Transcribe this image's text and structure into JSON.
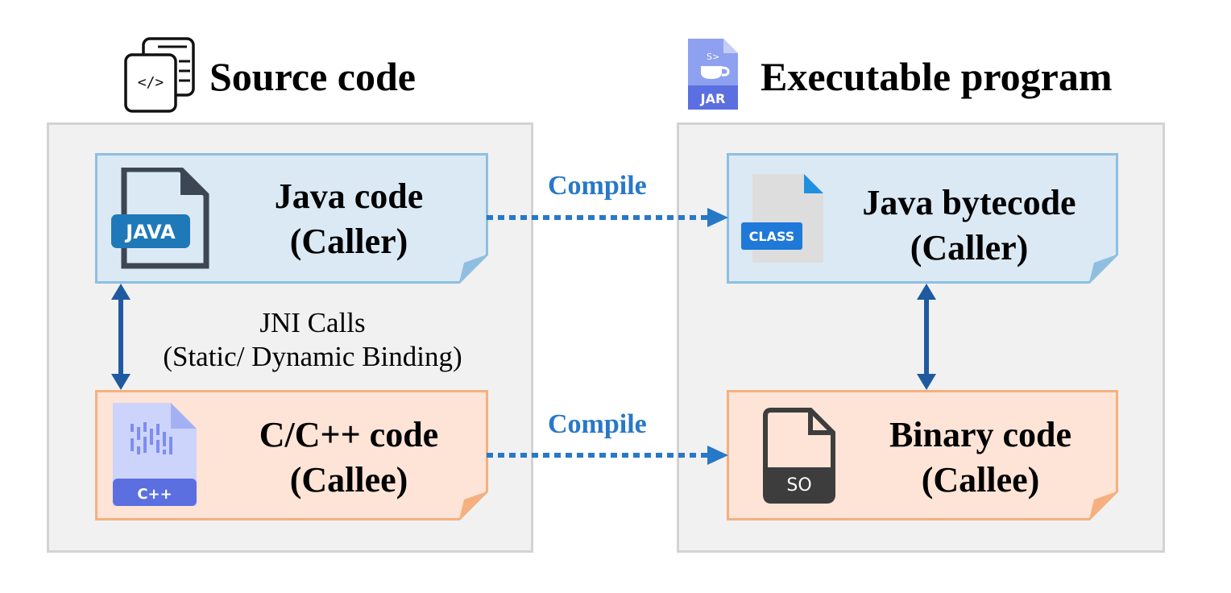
{
  "headers": {
    "source_title": "Source code",
    "executable_title": "Executable program",
    "source_icon": "source-code-file-icon",
    "executable_icon": "jar-file-icon",
    "jar_label": "JAR"
  },
  "source": {
    "java_note": {
      "line1": "Java code",
      "line2": "(Caller)",
      "icon": "java-file-icon",
      "icon_label": "JAVA"
    },
    "cpp_note": {
      "line1": "C/C++ code",
      "line2": "(Callee)",
      "icon": "cpp-file-icon",
      "icon_label": "C++"
    }
  },
  "executable": {
    "bytecode_note": {
      "line1": "Java bytecode",
      "line2": "(Caller)",
      "icon": "class-file-icon",
      "icon_label": "CLASS"
    },
    "binary_note": {
      "line1": "Binary code",
      "line2": "(Callee)",
      "icon": "so-file-icon",
      "icon_label": "SO"
    }
  },
  "edges": {
    "compile_top": "Compile",
    "compile_bottom": "Compile",
    "jni_line1": "JNI Calls",
    "jni_line2": "(Static/ Dynamic Binding)"
  },
  "colors": {
    "java_fill": "#dbe9f5",
    "java_border": "#8fbfe0",
    "cpp_fill": "#fde4d6",
    "cpp_border": "#f5b07f",
    "arrow": "#1f5aa0",
    "compile": "#2878c8"
  }
}
